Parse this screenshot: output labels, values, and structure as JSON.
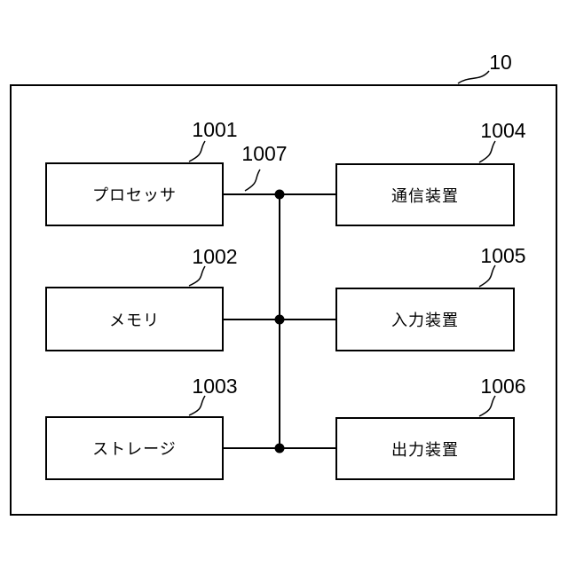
{
  "figure": {
    "outer_ref": "10",
    "bus_ref": "1007",
    "blocks": [
      {
        "name": "processor",
        "label": "プロセッサ",
        "ref": "1001"
      },
      {
        "name": "memory",
        "label": "メモリ",
        "ref": "1002"
      },
      {
        "name": "storage",
        "label": "ストレージ",
        "ref": "1003"
      },
      {
        "name": "communication-device",
        "label": "通信装置",
        "ref": "1004"
      },
      {
        "name": "input-device",
        "label": "入力装置",
        "ref": "1005"
      },
      {
        "name": "output-device",
        "label": "出力装置",
        "ref": "1006"
      }
    ],
    "colors": {
      "line": "#000000",
      "background": "#ffffff"
    }
  }
}
